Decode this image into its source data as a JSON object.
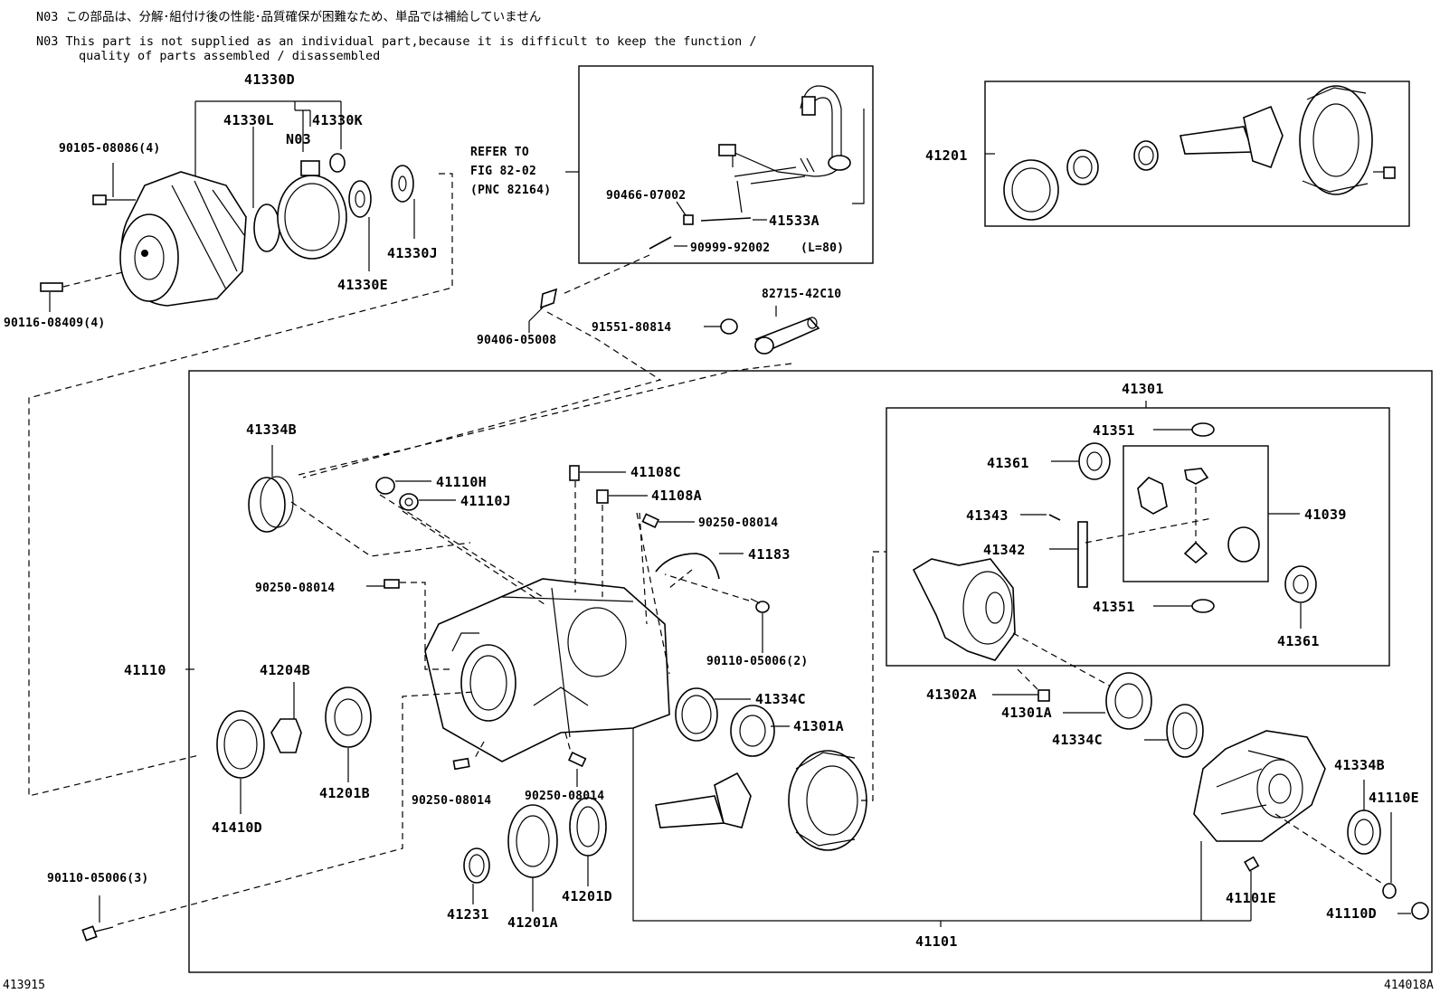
{
  "notes": {
    "jp": "N03 この部品は、分解･組付け後の性能･品質確保が困難なため、単品では補給していません",
    "en_line1": "N03  This part is not supplied as an individual part,because it is difficult to keep the function /",
    "en_line2": "quality of parts assembled / disassembled"
  },
  "refer": {
    "line1": "REFER TO",
    "line2": "FIG 82-02",
    "line3": "(PNC 82164)"
  },
  "labels": {
    "p41330D": "41330D",
    "p41330L": "41330L",
    "p41330K": "41330K",
    "pN03": "N03",
    "p90105": "90105-08086(4)",
    "p90116": "90116-08409(4)",
    "p41330E": "41330E",
    "p41330J": "41330J",
    "p90466": "90466-07002",
    "p41533A": "41533A",
    "p90999": "90999-92002",
    "p90999_len": "(L=80)",
    "p90406": "90406-05008",
    "p91551": "91551-80814",
    "p82715": "82715-42C10",
    "p41201": "41201",
    "p41334B_top": "41334B",
    "p41110H": "41110H",
    "p41110J": "41110J",
    "p41108C": "41108C",
    "p41108A": "41108A",
    "p90250_a": "90250-08014",
    "p41183": "41183",
    "p90250_b": "90250-08014",
    "p90110_2": "90110-05006(2)",
    "p41110": "41110",
    "p41204B": "41204B",
    "p41334C_mid": "41334C",
    "p41301A_mid": "41301A",
    "p41410D": "41410D",
    "p41201B": "41201B",
    "p90250_c": "90250-08014",
    "p90250_d": "90250-08014",
    "p90110_3": "90110-05006(3)",
    "p41231": "41231",
    "p41201A": "41201A",
    "p41201D": "41201D",
    "p41301": "41301",
    "p41351_top": "41351",
    "p41361_top": "41361",
    "p41343": "41343",
    "p41342": "41342",
    "p41039": "41039",
    "p41351_bot": "41351",
    "p41361_bot": "41361",
    "p41302A": "41302A",
    "p41301A_right": "41301A",
    "p41334C_right": "41334C",
    "p41334B_right": "41334B",
    "p41110E": "41110E",
    "p41101E": "41101E",
    "p41110D": "41110D",
    "p41101": "41101"
  },
  "codes": {
    "bottom_left": "413915",
    "bottom_right": "414018A"
  }
}
